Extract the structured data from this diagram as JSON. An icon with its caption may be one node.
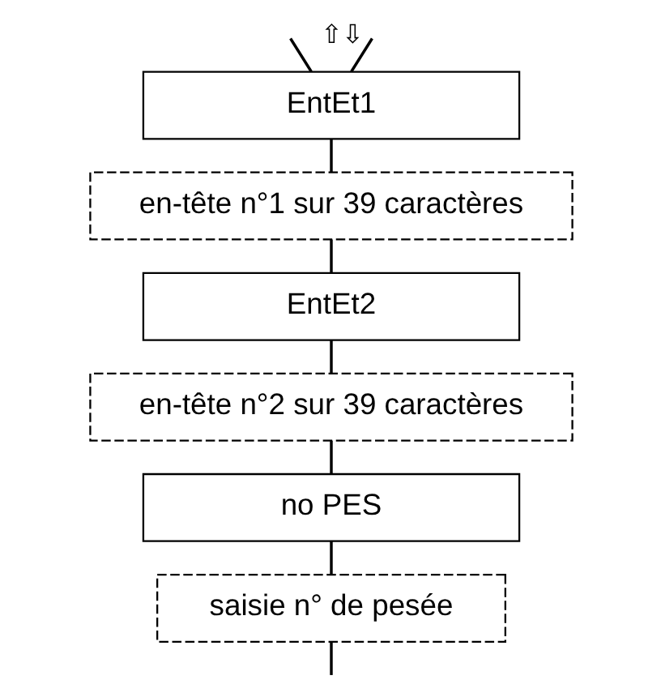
{
  "diagram": {
    "nodes": [
      {
        "text": [
          "EntEt1"
        ]
      },
      {
        "text": [
          "en-tête n°1 sur 39 caractères"
        ]
      },
      {
        "text": [
          "EntEt2"
        ]
      },
      {
        "text": [
          "en-tête n°2 sur 39 caractères"
        ]
      },
      {
        "text": [
          "no PES"
        ]
      },
      {
        "text": [
          "saisie n° de pesée"
        ]
      }
    ],
    "edges": [
      {
        "from": null,
        "to": 0,
        "arrow": "none"
      },
      {
        "from": 0,
        "to": 1,
        "arrow": "none"
      },
      {
        "from": 1,
        "to": 2,
        "arrow": "none"
      },
      {
        "from": 2,
        "to": 3,
        "arrow": "none"
      },
      {
        "from": 3,
        "to": 4,
        "arrow": "none"
      },
      {
        "from": 4,
        "to": 5,
        "arrow": "none"
      },
      {
        "from": 5,
        "to": null,
        "arrow": "none"
      },
      {
        "from": null,
        "to": 0,
        "arrow": "none",
        "label": "⇧⇩"
      }
    ]
  }
}
